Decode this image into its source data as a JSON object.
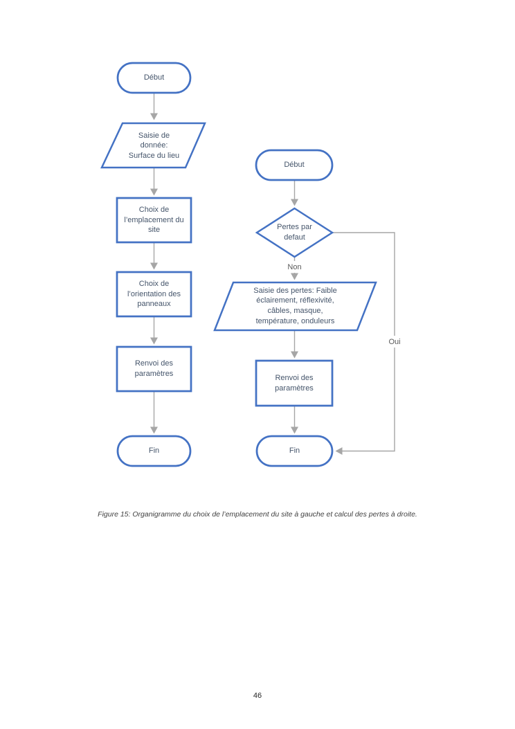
{
  "colors": {
    "shape_border": "#4472C4",
    "connector": "#A6A6A6",
    "shape_text": "#44546A",
    "edge_label_text": "#595959",
    "caption_text": "#3F3F3F",
    "background": "#FFFFFF"
  },
  "flowchart_left": {
    "description": "Choix de l'emplacement du site",
    "nodes": {
      "start": {
        "type": "terminator",
        "label": "Début"
      },
      "input_surface": {
        "type": "data-input",
        "label": "Saisie de\ndonnée:\nSurface du lieu"
      },
      "choix_emplacement": {
        "type": "process",
        "label": "Choix de\nl’emplacement du\nsite"
      },
      "choix_orientation": {
        "type": "process",
        "label": "Choix de\nl’orientation des\npanneaux"
      },
      "renvoi_parametres": {
        "type": "process",
        "label": "Renvoi des\nparamètres"
      },
      "end": {
        "type": "terminator",
        "label": "Fin"
      }
    },
    "edges": [
      {
        "from": "start",
        "to": "input_surface",
        "label": ""
      },
      {
        "from": "input_surface",
        "to": "choix_emplacement",
        "label": ""
      },
      {
        "from": "choix_emplacement",
        "to": "choix_orientation",
        "label": ""
      },
      {
        "from": "choix_orientation",
        "to": "renvoi_parametres",
        "label": ""
      },
      {
        "from": "renvoi_parametres",
        "to": "end",
        "label": ""
      }
    ]
  },
  "flowchart_right": {
    "description": "Calcul des pertes",
    "nodes": {
      "start": {
        "type": "terminator",
        "label": "Début"
      },
      "decision_pertes": {
        "type": "decision",
        "label": "Pertes par\ndefaut"
      },
      "input_pertes": {
        "type": "data-input",
        "label": "Saisie des pertes: Faible\néclairement, réflexivité,\ncâbles, masque,\ntempérature, onduleurs"
      },
      "renvoi_parametres": {
        "type": "process",
        "label": "Renvoi des\nparamètres"
      },
      "end": {
        "type": "terminator",
        "label": "Fin"
      }
    },
    "edge_labels": {
      "non": "Non",
      "oui": "Oui"
    },
    "edges": [
      {
        "from": "start",
        "to": "decision_pertes",
        "label": ""
      },
      {
        "from": "decision_pertes",
        "to": "input_pertes",
        "label": "Non"
      },
      {
        "from": "decision_pertes",
        "to": "end",
        "label": "Oui"
      },
      {
        "from": "input_pertes",
        "to": "renvoi_parametres",
        "label": ""
      },
      {
        "from": "renvoi_parametres",
        "to": "end",
        "label": ""
      }
    ]
  },
  "caption": "Figure 15: Organigramme du choix de l’emplacement du site à gauche et calcul des pertes à droite.",
  "page_number": "46"
}
